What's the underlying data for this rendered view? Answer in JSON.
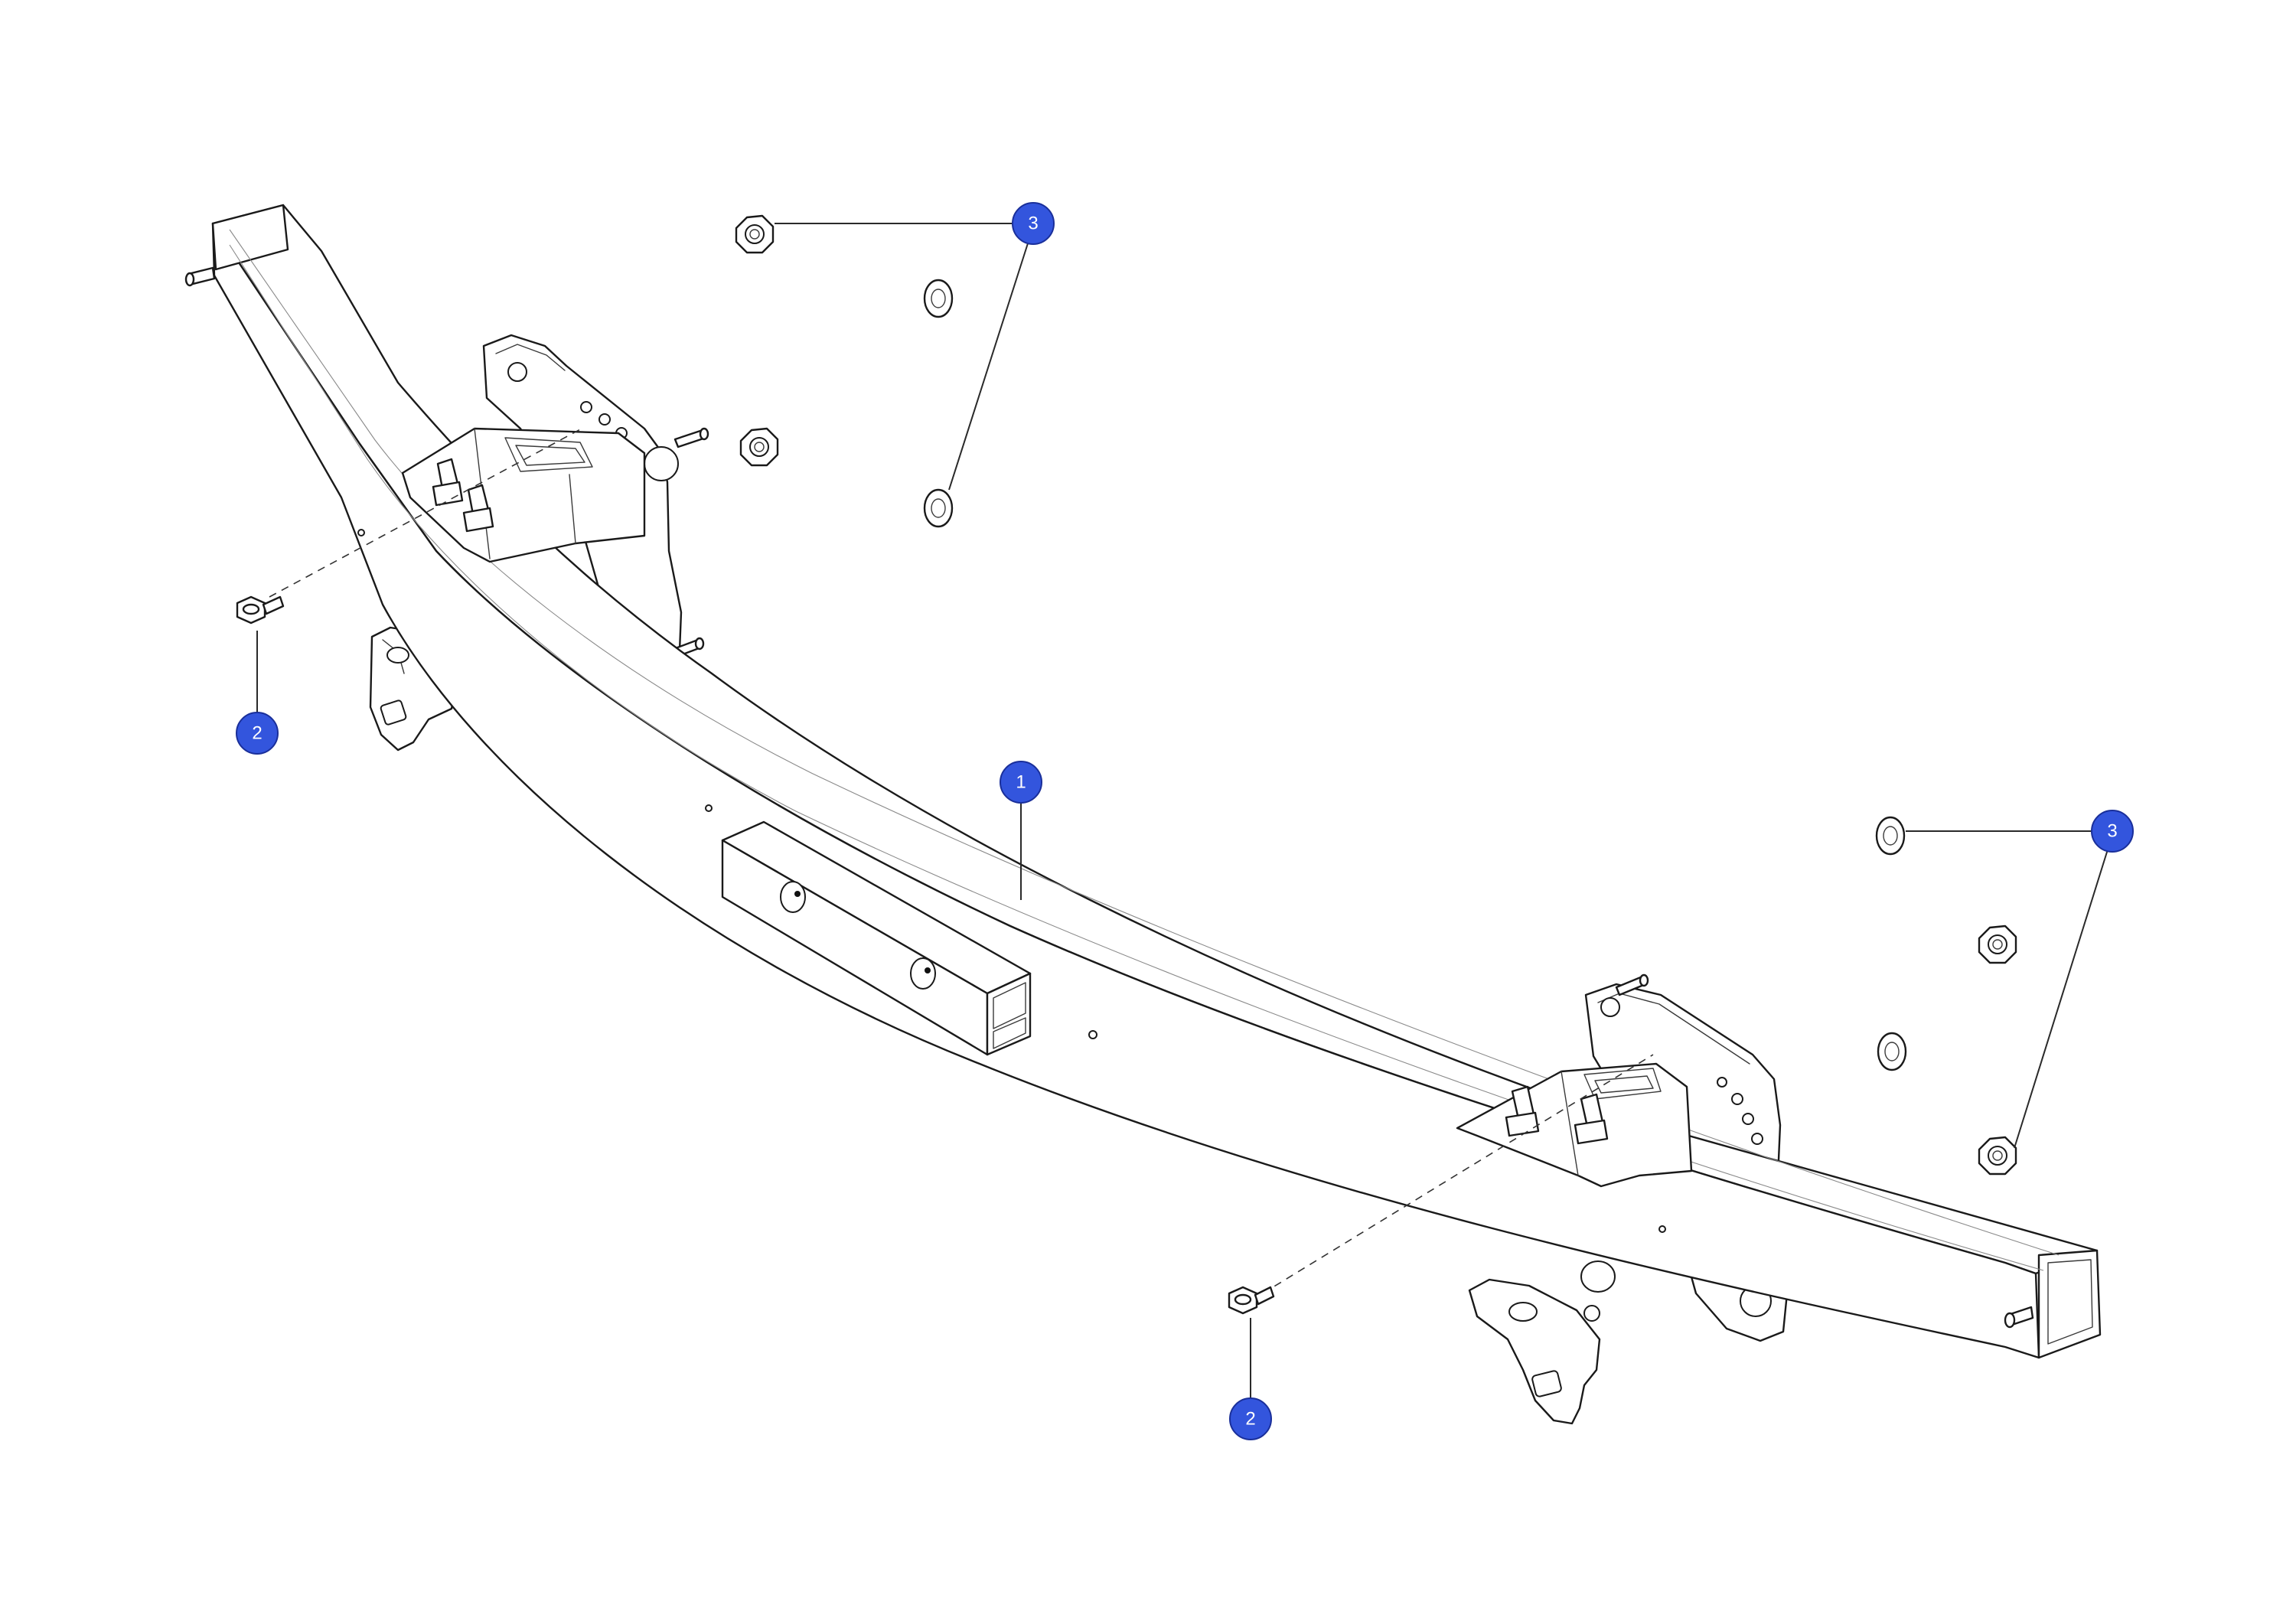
{
  "colors": {
    "callout_fill": "#3355dd",
    "line": "#1a1a1a",
    "background": "#ffffff"
  },
  "callouts": [
    {
      "id": "c1",
      "label": "1"
    },
    {
      "id": "c2a",
      "label": "2"
    },
    {
      "id": "c2b",
      "label": "2"
    },
    {
      "id": "c3a",
      "label": "3"
    },
    {
      "id": "c3b",
      "label": "3"
    }
  ]
}
